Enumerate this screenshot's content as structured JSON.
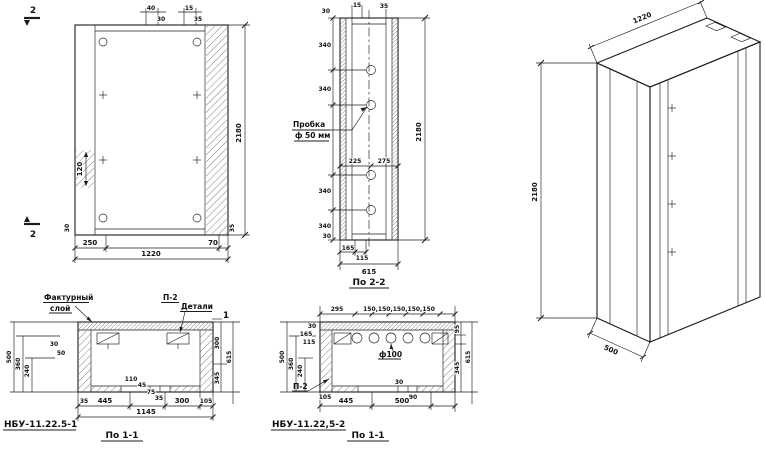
{
  "page": {
    "bg": "#ffffff",
    "ink": "#1c1c1c"
  },
  "front": {
    "cut_top": "2",
    "cut_bottom": "2",
    "dim_height": "2180",
    "dim_width": "1220",
    "dim_250": "250",
    "dim_120": "120",
    "dim_70": "70",
    "dim_40": "40",
    "dim_30_top": "30",
    "dim_15_top": "15",
    "dim_35_top": "35",
    "dim_30_bot": "30",
    "dim_35_bot": "35"
  },
  "sec22": {
    "title": "По 2-2",
    "plug_line1": "Пробка",
    "plug_line2": "ф 50 мм",
    "dim_height": "2180",
    "dim_30_top": "30",
    "dim_15_top": "15",
    "dim_35_top": "35",
    "dim_340_1": "340",
    "dim_340_2": "340",
    "dim_340_3": "340",
    "dim_340_4": "340",
    "dim_225": "225",
    "dim_275": "275",
    "dim_30_bot": "30",
    "dim_165": "165",
    "dim_115": "115",
    "dim_615": "615"
  },
  "iso": {
    "dim_width": "1220",
    "dim_height": "2180",
    "dim_depth": "500"
  },
  "sec11a": {
    "title": "По 1-1",
    "code": "НБУ-11.22.5-1",
    "facing_line1": "Фактурный",
    "facing_line2": "слой",
    "detail_line1": "П-2",
    "detail_line2": "Детали",
    "flag": "1",
    "dim_500": "500",
    "dim_360": "360",
    "dim_240": "240",
    "dim_30": "30",
    "dim_50": "50",
    "dim_110": "110",
    "dim_45": "45",
    "dim_75": "75",
    "dim_35": "35",
    "dim_105": "105",
    "dim_445": "445",
    "dim_300_bot": "300",
    "dim_35_bot": "35",
    "dim_1145": "1145",
    "dim_300_right": "300",
    "dim_345": "345",
    "dim_615": "615"
  },
  "sec11b": {
    "title": "По 1-1",
    "code": "НБУ-11.22,5-2",
    "hole_label": "ф100",
    "detail_label": "П-2",
    "dim_295": "295",
    "dim_150_row": "150,150,150,150,150",
    "dim_30_top": "30",
    "dim_165": "165",
    "dim_115": "115",
    "dim_500_left": "500",
    "dim_360": "360",
    "dim_240": "240",
    "dim_105": "105",
    "dim_30_mid": "30",
    "dim_90": "90",
    "dim_445": "445",
    "dim_500_bot": "500",
    "dim_95": "95",
    "dim_345": "345",
    "dim_615": "615"
  }
}
